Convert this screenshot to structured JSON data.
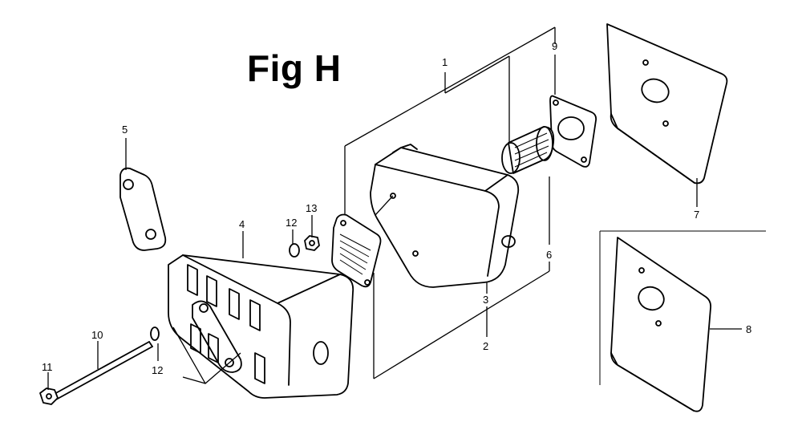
{
  "figure": {
    "title": "Fig H"
  },
  "callouts": [
    "1",
    "2",
    "3",
    "4",
    "5",
    "6",
    "7",
    "8",
    "9",
    "10",
    "11",
    "12",
    "12",
    "13"
  ],
  "colors": {
    "ink": "#000000",
    "background": "#ffffff",
    "stipple": "#8a8a8a"
  }
}
